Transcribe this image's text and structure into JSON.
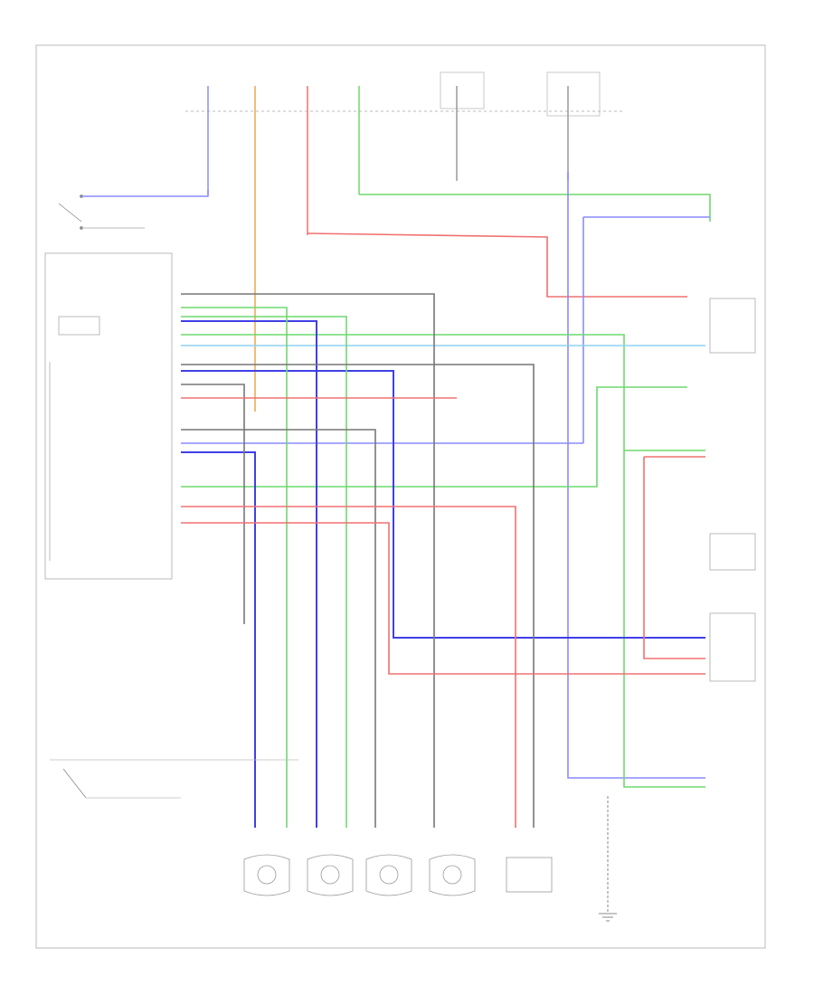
{
  "footer_code": "",
  "colors": {
    "red": "#f07070",
    "green": "#6fd86f",
    "blue": "#3f3fe8",
    "light_blue": "#8fd0f0",
    "orange": "#f3a34a",
    "gray": "#888888",
    "dark_gray": "#555555",
    "wire_outline": "#999999"
  },
  "components": [
    {
      "id": "motor-1"
    },
    {
      "id": "motor-2"
    },
    {
      "id": "motor-3"
    },
    {
      "id": "motor-4"
    },
    {
      "id": "module-a"
    },
    {
      "id": "ground"
    }
  ]
}
